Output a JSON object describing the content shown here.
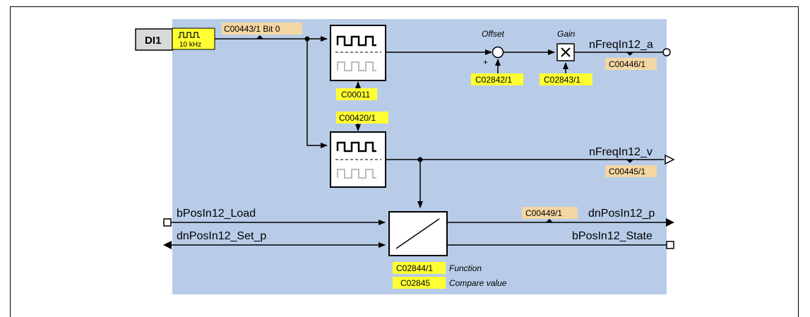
{
  "colors": {
    "panel": "#b8cce8",
    "code_yellow": "#ffff33",
    "code_tan": "#f3d7a3",
    "input_gray": "#d9d9d9"
  },
  "input": {
    "label": "DI1",
    "freq": "10 kHz",
    "param": "C00443/1 Bit 0"
  },
  "blocks": {
    "freq_top_param": "C00011",
    "freq_mid_param": "C00420/1"
  },
  "offset": {
    "label": "Offset",
    "sign": "+",
    "param": "C02842/1"
  },
  "gain": {
    "label": "Gain",
    "param": "C02843/1"
  },
  "outputs": {
    "freq_a": {
      "name": "nFreqIn12_a",
      "param": "C00446/1"
    },
    "freq_v": {
      "name": "nFreqIn12_v",
      "param": "C00445/1"
    },
    "pos_p": {
      "name": "dnPosIn12_p",
      "param": "C00449/1"
    },
    "pos_state": {
      "name": "bPosIn12_State"
    }
  },
  "inputs_left": {
    "load": "bPosIn12_Load",
    "set_p": "dnPosIn12_Set_p"
  },
  "counter": {
    "function_param": "C02844/1",
    "function_label": "Function",
    "compare_param": "C02845",
    "compare_label": "Compare value"
  }
}
